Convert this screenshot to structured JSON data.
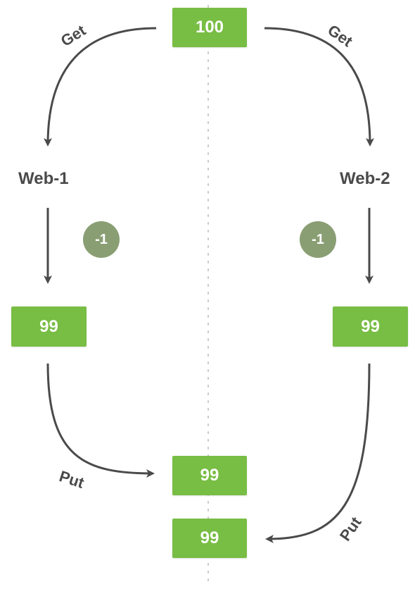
{
  "source": {
    "value": "100"
  },
  "servers": [
    {
      "name": "Web-1",
      "decrement": "-1",
      "result": "99"
    },
    {
      "name": "Web-2",
      "decrement": "-1",
      "result": "99"
    }
  ],
  "stored": [
    {
      "value": "99"
    },
    {
      "value": "99"
    }
  ],
  "edge_labels": {
    "get_left": "Get",
    "get_right": "Get",
    "put_left": "Put",
    "put_right": "Put"
  },
  "colors": {
    "box": "#78bd44",
    "badge": "#8a9e74",
    "arrow": "#4a4a4a",
    "divider": "#c8c8c8"
  }
}
